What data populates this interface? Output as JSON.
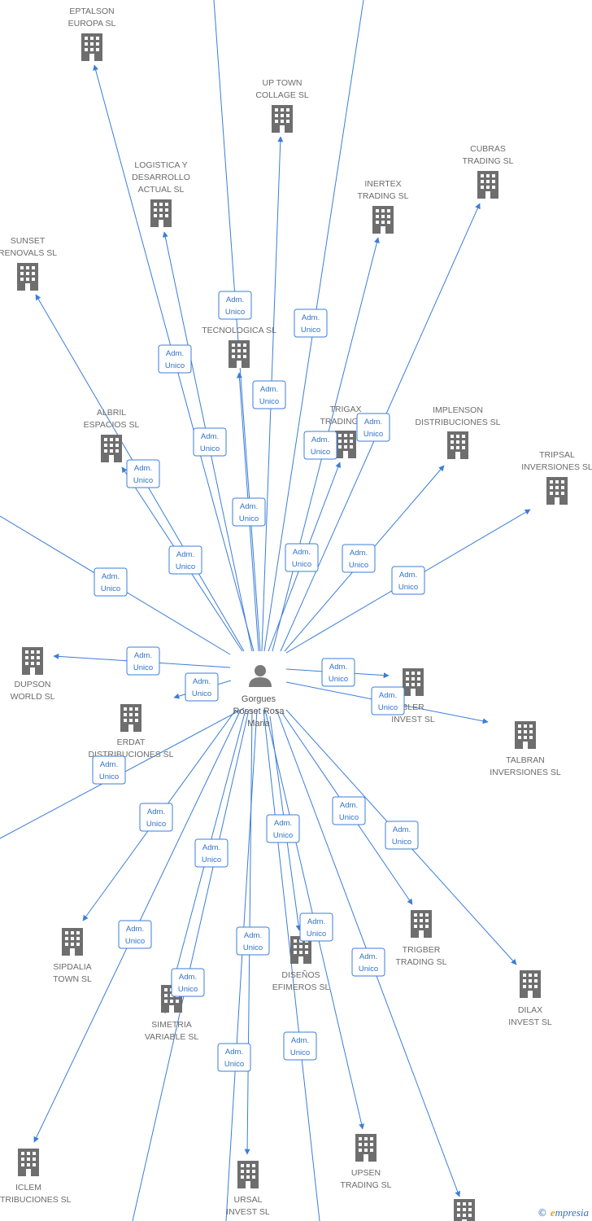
{
  "center": {
    "name_lines": [
      "Gorgues",
      "Rosset Rosa",
      "Maria"
    ],
    "icon": "person-icon"
  },
  "edge_label_lines": [
    "Adm.",
    "Unico"
  ],
  "colors": {
    "edge": "#3b7dd8",
    "node": "#6e6e6e",
    "label_border": "#3b7dd8"
  },
  "companies": [
    {
      "id": "eptalson",
      "lines": [
        "EPTALSON",
        "EUROPA SL"
      ]
    },
    {
      "id": "up-town",
      "lines": [
        "UP TOWN",
        "COLLAGE SL"
      ]
    },
    {
      "id": "cubras",
      "lines": [
        "CUBRAS",
        "TRADING SL"
      ]
    },
    {
      "id": "logistica",
      "lines": [
        "LOGISTICA Y",
        "DESARROLLO",
        "ACTUAL SL"
      ]
    },
    {
      "id": "inertex",
      "lines": [
        "INERTEX",
        "TRADING SL"
      ]
    },
    {
      "id": "sunset",
      "lines": [
        "SUNSET",
        "RENOVALS SL"
      ]
    },
    {
      "id": "tecnologica",
      "lines": [
        "TECNOLOGICA SL"
      ]
    },
    {
      "id": "albril",
      "lines": [
        "ALBRIL",
        "ESPACIOS SL"
      ]
    },
    {
      "id": "trigax",
      "lines": [
        "TRIGAX",
        "TRADING SL"
      ]
    },
    {
      "id": "implenson",
      "lines": [
        "IMPLENSON",
        "DISTRIBUCIONES SL"
      ]
    },
    {
      "id": "tripsal",
      "lines": [
        "TRIPSAL",
        "INVERSIONES SL"
      ]
    },
    {
      "id": "dupson",
      "lines": [
        "DUPSON",
        "WORLD SL"
      ]
    },
    {
      "id": "erdat",
      "lines": [
        "ERDAT",
        "DISTRIBUCIONES SL"
      ]
    },
    {
      "id": "bler",
      "lines": [
        "BLER",
        "INVEST SL"
      ]
    },
    {
      "id": "talbran",
      "lines": [
        "TALBRAN",
        "INVERSIONES SL"
      ]
    },
    {
      "id": "sipdalia",
      "lines": [
        "SIPDALIA",
        "TOWN SL"
      ]
    },
    {
      "id": "trigber",
      "lines": [
        "TRIGBER",
        "TRADING SL"
      ]
    },
    {
      "id": "disenos",
      "lines": [
        "DISEÑOS",
        "EFIMEROS SL"
      ]
    },
    {
      "id": "dilax",
      "lines": [
        "DILAX",
        "INVEST SL"
      ]
    },
    {
      "id": "simetria",
      "lines": [
        "SIMETRIA",
        "VARIABLE SL"
      ]
    },
    {
      "id": "iclem",
      "lines": [
        "ICLEM",
        "DISTRIBUCIONES SL"
      ]
    },
    {
      "id": "ursal",
      "lines": [
        "URSAL",
        "INVEST SL"
      ]
    },
    {
      "id": "upsen",
      "lines": [
        "UPSEN",
        "TRADING SL"
      ]
    },
    {
      "id": "bottom-right",
      "lines": []
    }
  ],
  "watermark": {
    "symbol": "©",
    "brand_initial": "e",
    "brand_rest": "mpresia"
  }
}
